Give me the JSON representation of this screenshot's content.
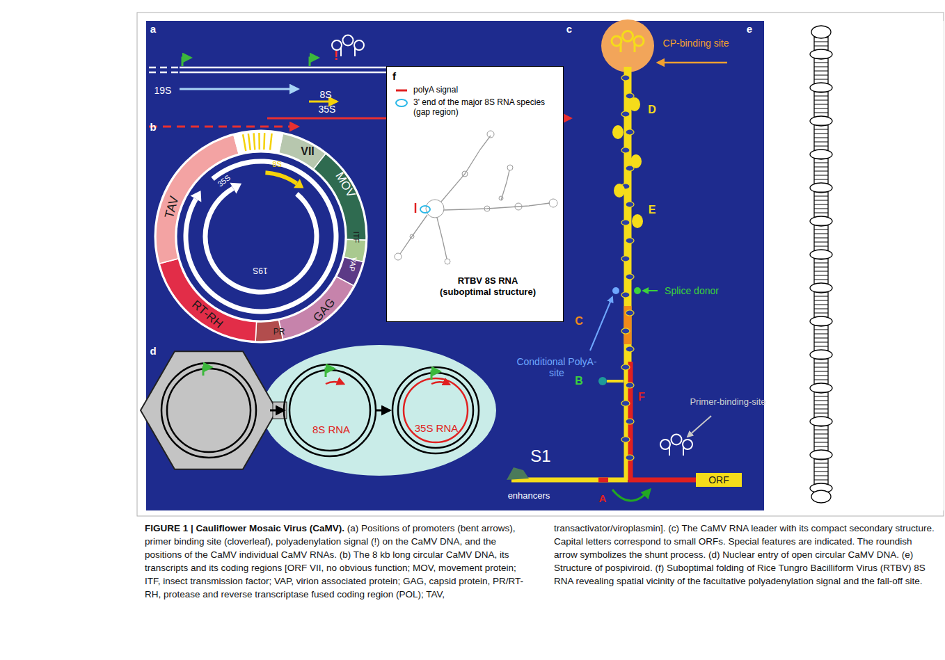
{
  "diagram": {
    "title": "FIGURE 1 | Cauliflower Mosaic Virus (CaMV).",
    "caption": "(a) Positions of promoters (bent arrows), primer binding site (cloverleaf), polyadenylation signal (!) on the CaMV DNA, and the positions of the CaMV individual CaMV RNAs. (b) The 8 kb long circular CaMV DNA, its transcripts and its coding regions [ORF VII, no obvious function; MOV, movement protein; ITF, insect transmission factor; VAP, virion associated protein; GAG, capsid protein, PR/RT-RH, protease and reverse transcriptase fused coding region (POL); TAV, transactivator/viroplasmin]. (c) The CaMV RNA leader with its compact secondary structure. Capital letters correspond to small ORFs. Special features are indicated. The roundish arrow symbolizes the shunt process. (d) Nuclear entry of open circular CaMV DNA. (e) Structure of pospiviroid. (f) Suboptimal folding of Rice Tungro Bacilliform Virus (RTBV) 8S RNA revealing spatial vicinity of the facultative polyadenylation signal and the fall-off site.",
    "nodes": [
      {
        "text": [
          "f",
          "RTBV 8S RNA (suboptimal structure)"
        ]
      }
    ],
    "labels": [
      "a",
      "19S",
      "8S",
      "35S",
      "!",
      "b",
      "VII",
      "MOV",
      "ITF",
      "VAP",
      "GAG",
      "PR",
      "RT-RH",
      "TAV",
      "35S",
      "8S",
      "19S",
      "c",
      "CP-binding site",
      "D",
      "E",
      "Splice donor",
      "Conditional PolyA-site",
      "C",
      "B",
      "Primer-binding-site",
      "F",
      "S1",
      "enhancers",
      "A",
      "ORF",
      "d",
      "8S RNA",
      "35S RNA",
      "e"
    ],
    "legend": [
      {
        "text": "polyA signal"
      },
      {
        "text": "3' end of the major 8S RNA species (gap region)"
      }
    ]
  }
}
